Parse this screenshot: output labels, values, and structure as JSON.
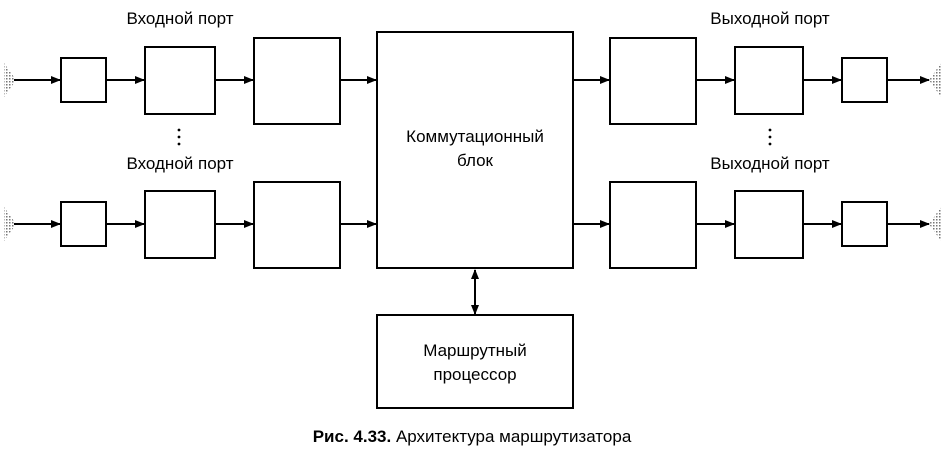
{
  "labels": {
    "input_port_top": "Входной порт",
    "input_port_bottom": "Входной порт",
    "output_port_top": "Выходной порт",
    "output_port_bottom": "Выходной порт",
    "switch_line1": "Коммутационный",
    "switch_line2": "блок",
    "processor_line1": "Маршрутный",
    "processor_line2": "процессор"
  },
  "caption": {
    "number": "Рис. 4.33.",
    "text": " Архитектура маршрутизатора"
  }
}
